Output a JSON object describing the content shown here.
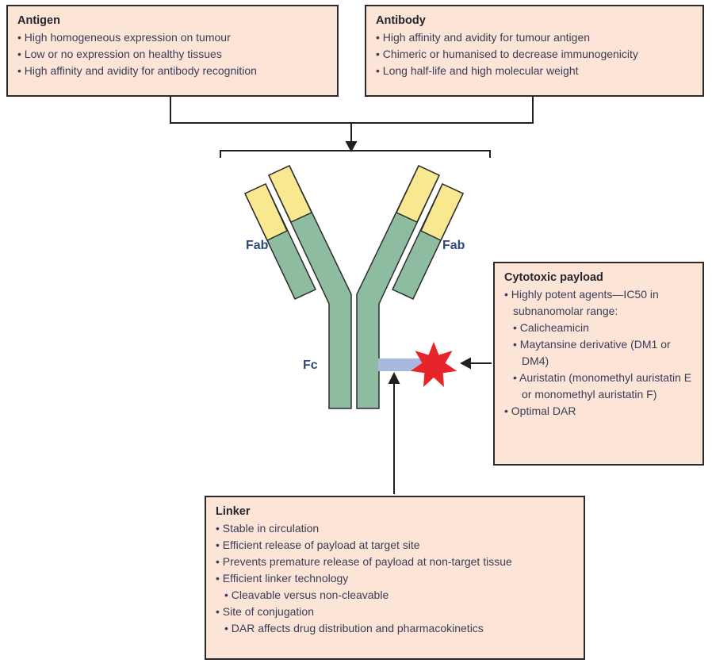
{
  "figure": {
    "type": "antibody-drug-conjugate-schematic"
  },
  "palette": {
    "box_background": "#fce5d7",
    "box_border": "#2d2a2a",
    "title_color": "#26242e",
    "body_color": "#3c3b58",
    "shape_label_color": "#2c4a7c",
    "antibody_green": "#8dbca1",
    "fab_tip_yellow": "#f8e88f",
    "linker_blue": "#a9b8de",
    "payload_red": "#e8242b",
    "line_color": "#231f20"
  },
  "boxes": {
    "antigen": {
      "title": "Antigen",
      "items": [
        {
          "level": 1,
          "text": "• High homogeneous expression on tumour"
        },
        {
          "level": 1,
          "text": "• Low or no expression on healthy tissues"
        },
        {
          "level": 1,
          "text": "• High affinity and avidity for antibody recognition"
        }
      ]
    },
    "antibody": {
      "title": "Antibody",
      "items": [
        {
          "level": 1,
          "text": "• High affinity and avidity for tumour antigen"
        },
        {
          "level": 1,
          "text": "• Chimeric or humanised to decrease immunogenicity"
        },
        {
          "level": 1,
          "text": "• Long half-life and high molecular weight"
        }
      ]
    },
    "cytotoxic_payload": {
      "title": "Cytotoxic payload",
      "items": [
        {
          "level": 1,
          "text": "• Highly potent agents—IC50 in subnanomolar range:"
        },
        {
          "level": 2,
          "text": "• Calicheamicin"
        },
        {
          "level": 2,
          "text": "• Maytansine derivative (DM1 or DM4)"
        },
        {
          "level": 2,
          "text": "• Auristatin (monomethyl auristatin E or monomethyl auristatin F)"
        },
        {
          "level": 1,
          "text": "• Optimal DAR"
        }
      ]
    },
    "linker": {
      "title": "Linker",
      "items": [
        {
          "level": 1,
          "text": "• Stable in circulation"
        },
        {
          "level": 1,
          "text": "• Efficient release of payload at target site"
        },
        {
          "level": 1,
          "text": "• Prevents premature release of payload at non-target tissue"
        },
        {
          "level": 1,
          "text": "• Efficient linker technology"
        },
        {
          "level": 2,
          "text": "• Cleavable versus non-cleavable"
        },
        {
          "level": 1,
          "text": "• Site of conjugation"
        },
        {
          "level": 2,
          "text": "• DAR affects drug distribution and pharmacokinetics"
        }
      ]
    }
  },
  "shape_labels": {
    "fab_left": "Fab",
    "fab_right": "Fab",
    "fc": "Fc"
  }
}
